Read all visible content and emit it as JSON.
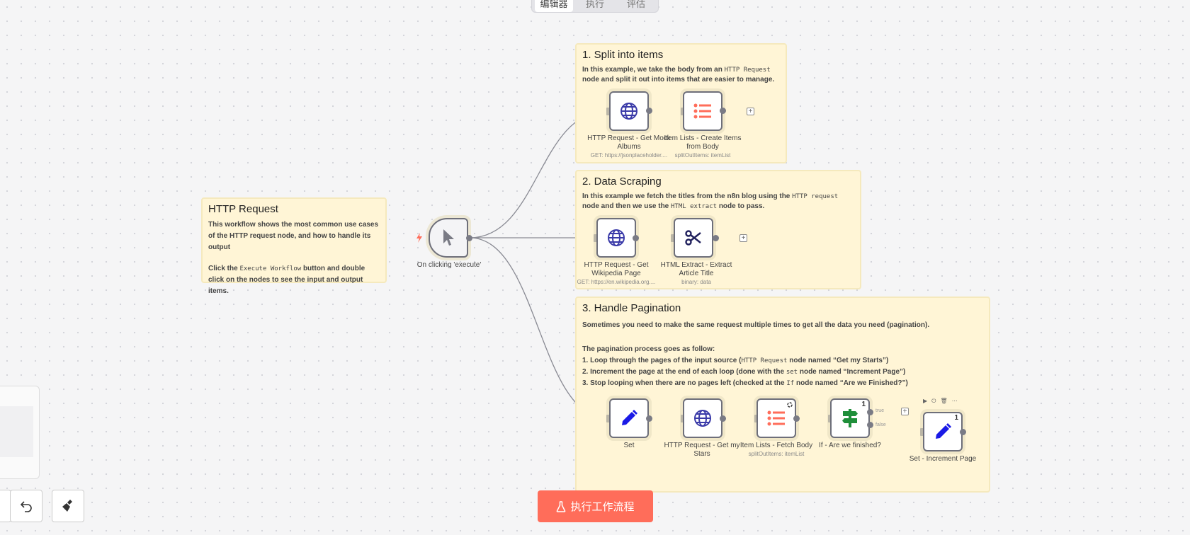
{
  "tabs": [
    "编辑器",
    "执行",
    "评估"
  ],
  "intro": {
    "title": "HTTP Request",
    "line1": "This workflow shows the most common use cases of the HTTP request node, and how to handle its output",
    "line2a": "Click the ",
    "line2code": "Execute Workflow",
    "line2b": " button and double click on the nodes to see the input and output items."
  },
  "trigger": {
    "label": "On clicking 'execute'"
  },
  "sec1": {
    "title": "1. Split into items",
    "d1": "In this example, we take the body from an ",
    "code": "HTTP Request",
    "d2": " node and split it out into items that are easier to manage.",
    "node_a": "HTTP Request - Get Mock Albums",
    "node_a_sub": "GET: https://jsonplaceholder....",
    "node_b": "Item Lists - Create Items from Body",
    "node_b_sub": "splitOutItems: itemList"
  },
  "sec2": {
    "title": "2. Data Scraping",
    "d1": "In this example we fetch the titles from the n8n blog using the ",
    "code1": "HTTP request",
    "d2": " node and then we use the ",
    "code2": "HTML extract",
    "d3": " node to pass.",
    "node_a": "HTTP Request - Get Wikipedia Page",
    "node_a_sub": "GET: https://en.wikipedia.org....",
    "node_b": "HTML Extract - Extract Article Title",
    "node_b_sub": "binary: data"
  },
  "sec3": {
    "title": "3. Handle Pagination",
    "d0": "Sometimes you need to make the same request multiple times to get all the data you need (pagination).",
    "d1": "The pagination process goes as follow:",
    "s1a": "1. Loop through the pages of the input source (",
    "s1code": "HTTP Request",
    "s1b": " node named “Get my Starts”)",
    "s2a": "2. Increment the page at the end of each loop (done with the ",
    "s2code": "set",
    "s2b": " node named “Increment Page”)",
    "s3a": "3. Stop looping when there are no pages left (checked at the ",
    "s3code": "If",
    "s3b": " node named “Are we Finished?”)",
    "node_set": "Set",
    "node_http": "HTTP Request - Get my Stars",
    "node_items": "Item Lists - Fetch Body",
    "node_items_sub": "splitOutItems: itemList",
    "node_if": "If - Are we finished?",
    "node_inc": "Set - Increment Page",
    "true_label": "true",
    "false_label": "false",
    "badge": "1"
  },
  "execute_button": "执行工作流程",
  "colors": {
    "accent": "#ff6d5a",
    "sticky": "#fff5d6",
    "globe": "#3a3aa8",
    "list": "#ff6d5a",
    "if": "#1f8f3a",
    "pencil": "#1a1ae6"
  }
}
